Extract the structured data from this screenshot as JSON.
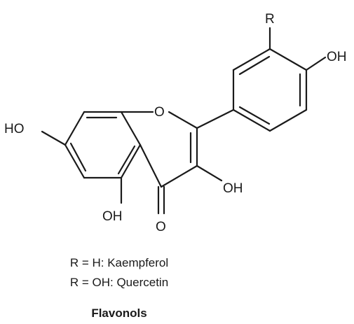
{
  "structure": {
    "atoms": {
      "r": "R",
      "oh_top_right": "OH",
      "ho_left": "HO",
      "o_ring": "O",
      "oh_ring_c3": "OH",
      "oh_bottom": "OH",
      "o_carbonyl": "O"
    }
  },
  "legend": {
    "line1": "R = H: Kaempferol",
    "line2": "R = OH: Quercetin"
  },
  "caption": "Flavonols"
}
